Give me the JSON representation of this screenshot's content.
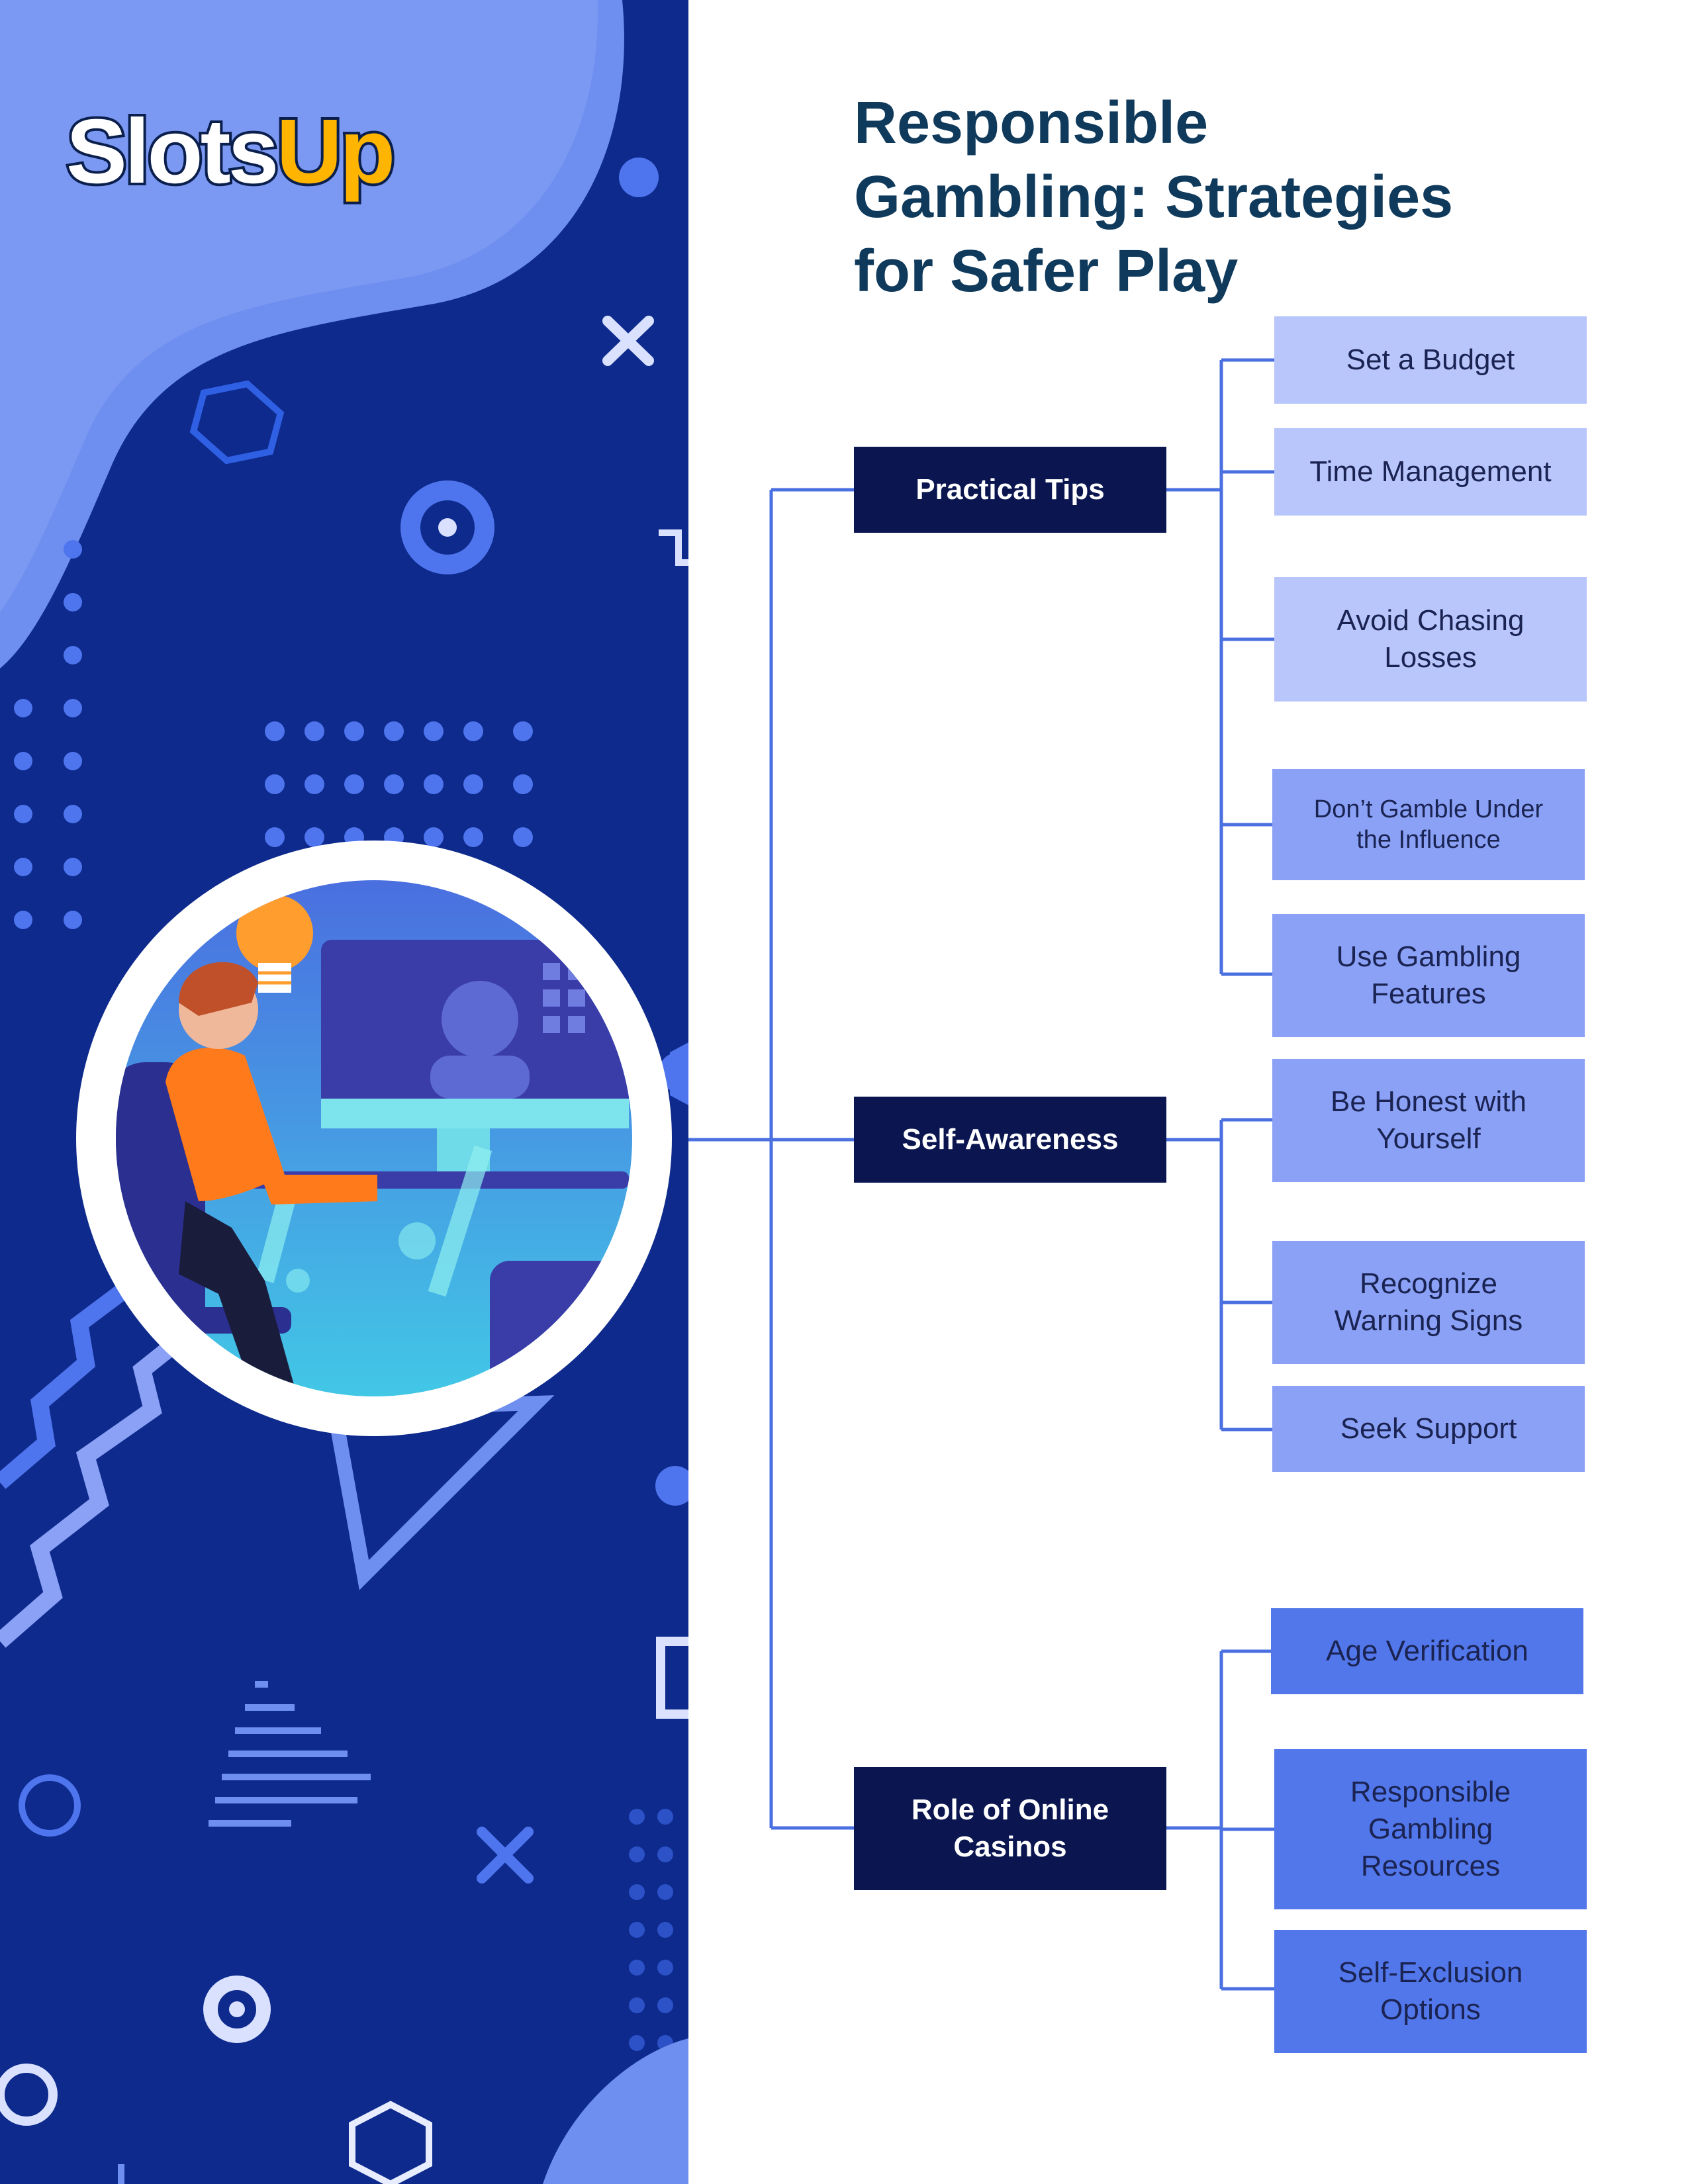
{
  "logo": {
    "part1": "Slots",
    "part2": "Up"
  },
  "title": {
    "line1": "Responsible",
    "line2": "Gambling: Strategies",
    "line3": "for Safer Play"
  },
  "colors": {
    "left_panel": "#0d2a8c",
    "title": "#0f3a5c",
    "category_box": "#0b1650",
    "connector": "#4a6fe0",
    "leaf_light": "#b9c6fb",
    "leaf_medium": "#8aa1f6",
    "leaf_dark": "#5277ea"
  },
  "diagram": {
    "categories": [
      {
        "label": "Practical Tips",
        "items": [
          "Set a Budget",
          "Time Management",
          "Avoid Chasing Losses",
          "Don’t Gamble Under the Influence",
          "Use Gambling Features"
        ]
      },
      {
        "label": "Self-Awareness",
        "items": [
          "Be Honest with Yourself",
          "Recognize Warning Signs",
          "Seek Support"
        ]
      },
      {
        "label": "Role of Online Casinos",
        "items": [
          "Age Verification",
          "Responsible Gambling Resources",
          "Self-Exclusion Options"
        ]
      }
    ]
  }
}
